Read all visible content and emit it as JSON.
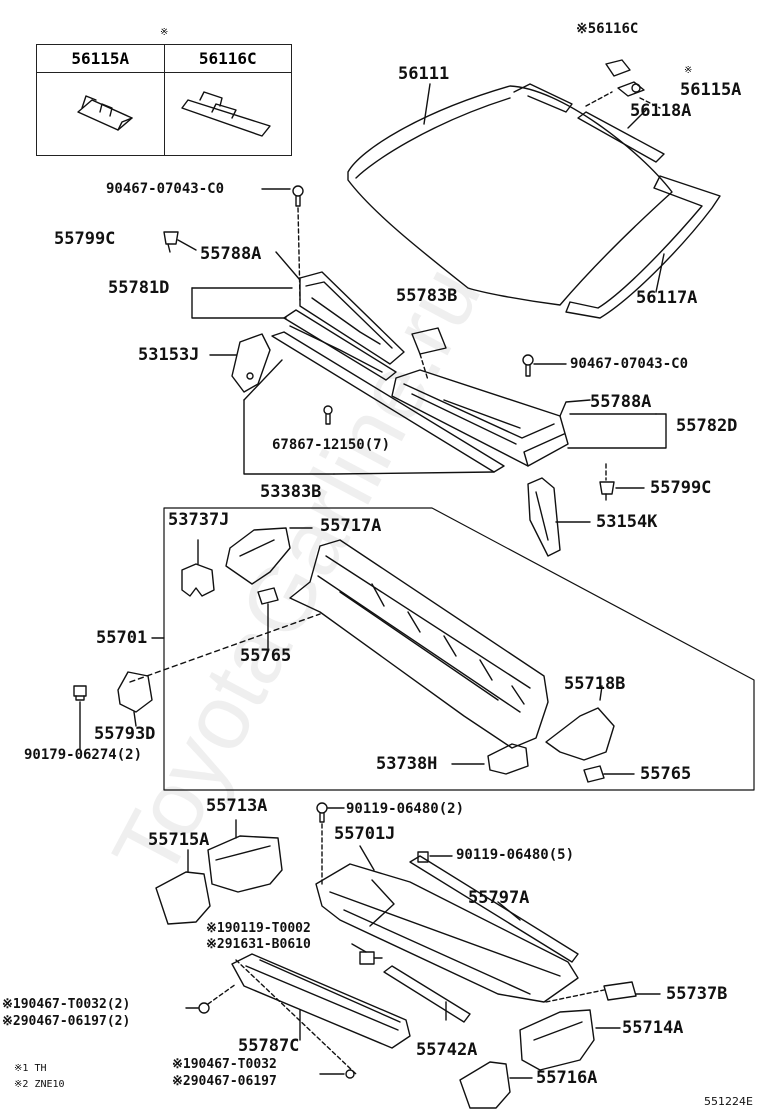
{
  "watermark": "ToyotaGarline.ru",
  "reference": "551224E",
  "footnotes": [
    {
      "mark": "※1",
      "text": "TH"
    },
    {
      "mark": "※2",
      "text": "ZNE10"
    }
  ],
  "inset": {
    "mark": "※",
    "headers": [
      "56115A",
      "56116C"
    ]
  },
  "labels": {
    "p56116C": "※56116C",
    "p56111": "56111",
    "p56115A": "56115A",
    "p56115A_mark": "※",
    "p56118A": "56118A",
    "p90467_07043_top": "90467-07043-C0",
    "p55799C_left": "55799C",
    "p55788A_left": "55788A",
    "p55781D": "55781D",
    "p56117A": "56117A",
    "p55783B": "55783B",
    "p53153J": "53153J",
    "p90467_07043_right": "90467-07043-C0",
    "p55788A_right": "55788A",
    "p55782D": "55782D",
    "p67867": "67867-12150(7)",
    "p55799C_right": "55799C",
    "p53383B": "53383B",
    "p53737J": "53737J",
    "p55717A": "55717A",
    "p53154K": "53154K",
    "p55701": "55701",
    "p55765_left": "55765",
    "p55718B": "55718B",
    "p55793D": "55793D",
    "p90179": "90179-06274(2)",
    "p53738H": "53738H",
    "p55765_right": "55765",
    "p55713A": "55713A",
    "p90119_06480_2": "90119-06480(2)",
    "p55715A": "55715A",
    "p55701J": "55701J",
    "p90119_06480_5": "90119-06480(5)",
    "p55797A": "55797A",
    "p90119_T0002": "※190119-T0002",
    "p91631_B0610": "※291631-B0610",
    "p55737B": "55737B",
    "p90467_T0032_2": "※190467-T0032(2)",
    "p90467_06197_2": "※290467-06197(2)",
    "p55714A": "55714A",
    "p55787C": "55787C",
    "p55742A": "55742A",
    "p90467_T0032": "※190467-T0032",
    "p90467_06197": "※290467-06197",
    "p55716A": "55716A"
  }
}
